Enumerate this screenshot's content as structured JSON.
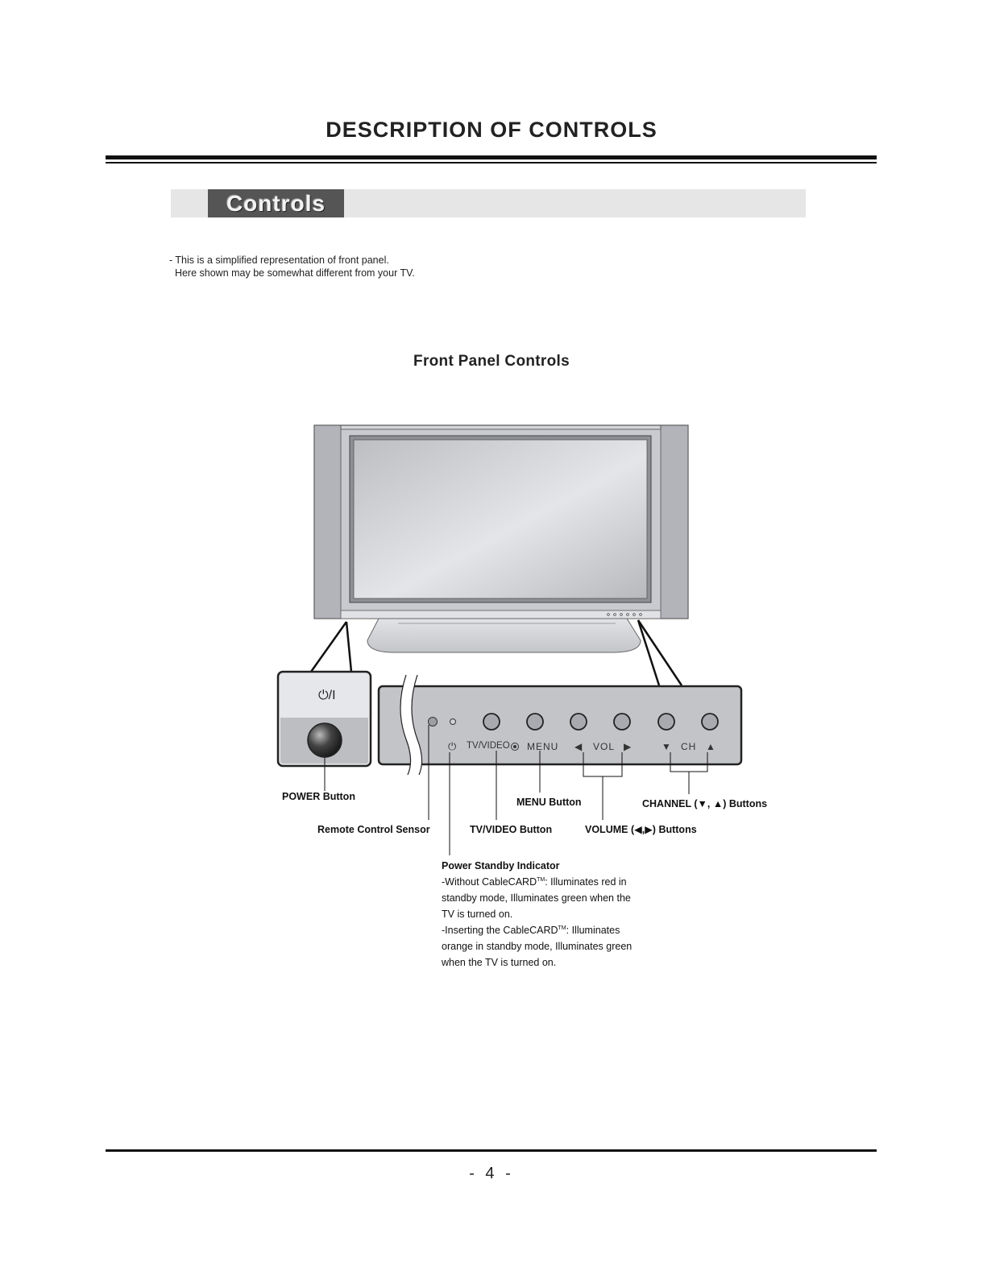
{
  "header": {
    "title": "DESCRIPTION OF CONTROLS"
  },
  "section": {
    "title": "Controls"
  },
  "intro": {
    "line1": "- This is a simplified representation of front panel.",
    "line2": "  Here shown may be somewhat different from your TV."
  },
  "diagram": {
    "title": "Front Panel Controls",
    "power_symbol": "⏻/I",
    "panel": {
      "standby_symbol": "⏻",
      "tv_video": "TV/VIDEO",
      "menu": "MENU",
      "vol_left": "◀",
      "vol": "VOL",
      "vol_right": "▶",
      "ch_down": "▼",
      "ch": "CH",
      "ch_up": "▲"
    },
    "callouts": {
      "power": "POWER Button",
      "remote_sensor": "Remote Control Sensor",
      "tv_video": "TV/VIDEO Button",
      "menu": "MENU Button",
      "volume": "VOLUME (◀,▶) Buttons",
      "channel": "CHANNEL (▼, ▲) Buttons"
    },
    "standby_indicator": {
      "title": "Power Standby Indicator",
      "l1a": "-Without CableCARD",
      "l1b": ": Illuminates red in",
      "l2": "standby mode, Illuminates green when the",
      "l3": "TV is turned on.",
      "l4a": "-Inserting the CableCARD",
      "l4b": ": Illuminates",
      "l5": "orange in standby mode, Illuminates green",
      "l6": "when the TV is turned on.",
      "tm": "TM"
    }
  },
  "footer": {
    "page_number": "- 4 -"
  }
}
